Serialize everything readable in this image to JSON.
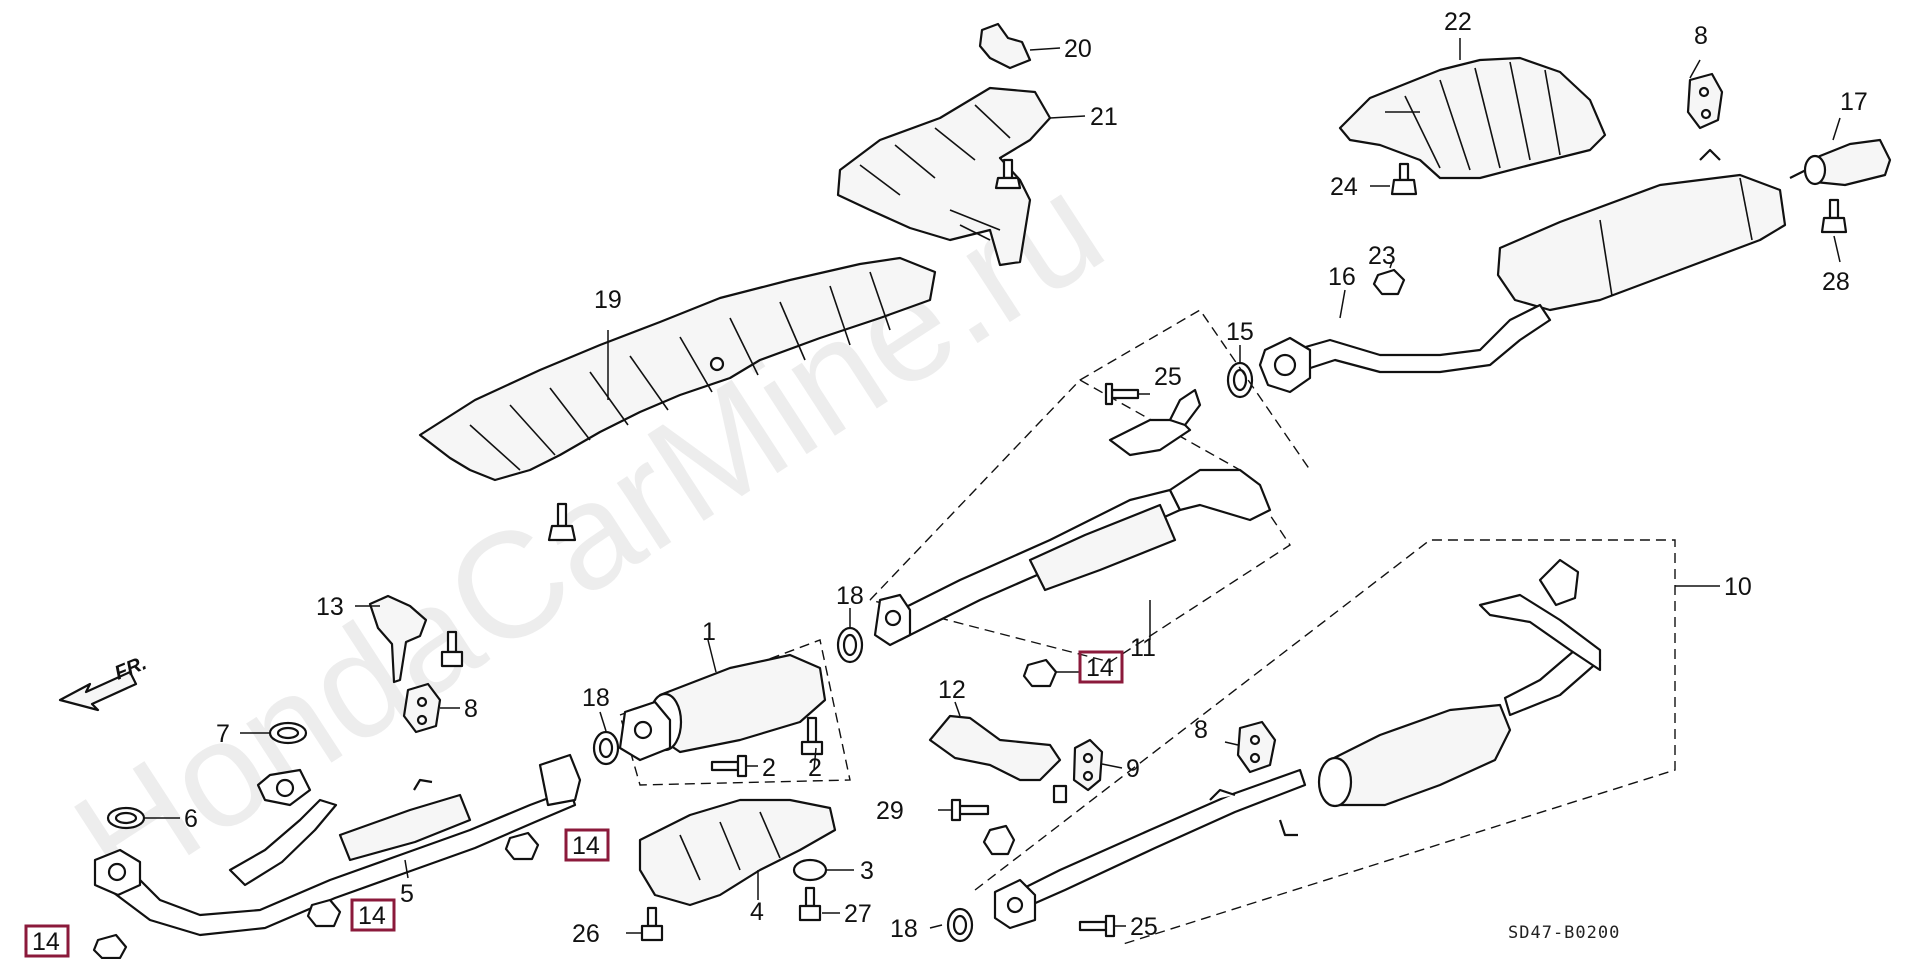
{
  "watermark": "HondaCarMine.ru",
  "direction_label": "FR.",
  "diagram_code": "SD47-B0200",
  "highlight_color": "#8b1a3b",
  "parts": {
    "p1": "1",
    "p2a": "2",
    "p2b": "2",
    "p3": "3",
    "p4": "4",
    "p5": "5",
    "p6": "6",
    "p7": "7",
    "p8a": "8",
    "p8b": "8",
    "p8c": "8",
    "p9": "9",
    "p10": "10",
    "p11": "11",
    "p12": "12",
    "p13": "13",
    "p14a": "14",
    "p14b": "14",
    "p14c": "14",
    "p14d": "14",
    "p15": "15",
    "p16": "16",
    "p17": "17",
    "p18a": "18",
    "p18b": "18",
    "p18c": "18",
    "p19": "19",
    "p20": "20",
    "p21": "21",
    "p22": "22",
    "p23": "23",
    "p24": "24",
    "p25a": "25",
    "p25b": "25",
    "p26": "26",
    "p27": "27",
    "p28": "28",
    "p29": "29"
  }
}
